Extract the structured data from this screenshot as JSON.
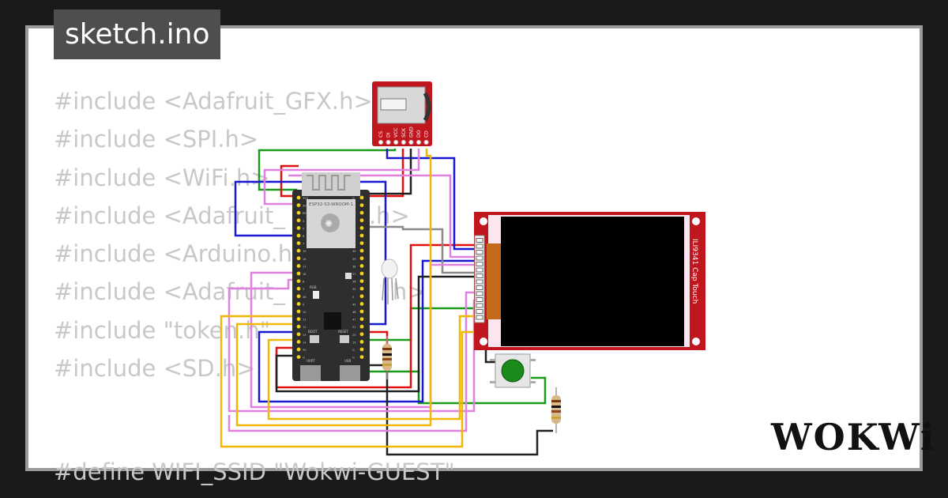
{
  "tab": {
    "filename": "sketch.ino"
  },
  "code": {
    "lines": [
      "#include <Adafruit_GFX.h>",
      "#include <SPI.h>",
      "#include <WiFi.h>",
      "#include <Adafruit_",
      "#include <Arduino.h>",
      "#include <Adafruit_",
      "#include \"token.h\"",
      "#include <SD.h>"
    ],
    "line4_tail": ".h>",
    "line6_tail": "h>",
    "cut_line": "#define WIFI_SSID \"Wokwi-GUEST\""
  },
  "sd_card": {
    "pins": [
      "CS",
      "DI",
      "VCC",
      "SCK",
      "GND",
      "DO",
      "CD"
    ],
    "color": "#c0161e"
  },
  "esp32": {
    "module_label": "ESP32-S3-WROOM-1",
    "rgb_label": "RGB",
    "boot_label": "BOOT",
    "reset_label": "RESET",
    "uart_label": "UART",
    "usb_label": "USB",
    "left_pins": [
      "3V3",
      "3V3",
      "RST",
      "4",
      "5",
      "6",
      "7",
      "15",
      "16",
      "17",
      "18",
      "8",
      "3",
      "46",
      "9",
      "10",
      "11",
      "12",
      "13",
      "14",
      "5V",
      "G"
    ],
    "right_pins": [
      "G",
      "TX",
      "RX",
      "1",
      "2",
      "42",
      "41",
      "40",
      "39",
      "38",
      "37",
      "36",
      "35",
      "0",
      "45",
      "48",
      "47",
      "21",
      "20",
      "19",
      "G",
      "G"
    ]
  },
  "display": {
    "label": "ILI9341 Cap Touch",
    "color": "#c0161e"
  },
  "brand": {
    "name": "WOKWi"
  },
  "colors": {
    "wire_green": "#1a9a1a",
    "wire_red": "#e01010",
    "wire_blue": "#1818d0",
    "wire_black": "#202020",
    "wire_gray": "#8a8a8a",
    "wire_pink": "#e080e0",
    "wire_yellow": "#f0b800"
  }
}
